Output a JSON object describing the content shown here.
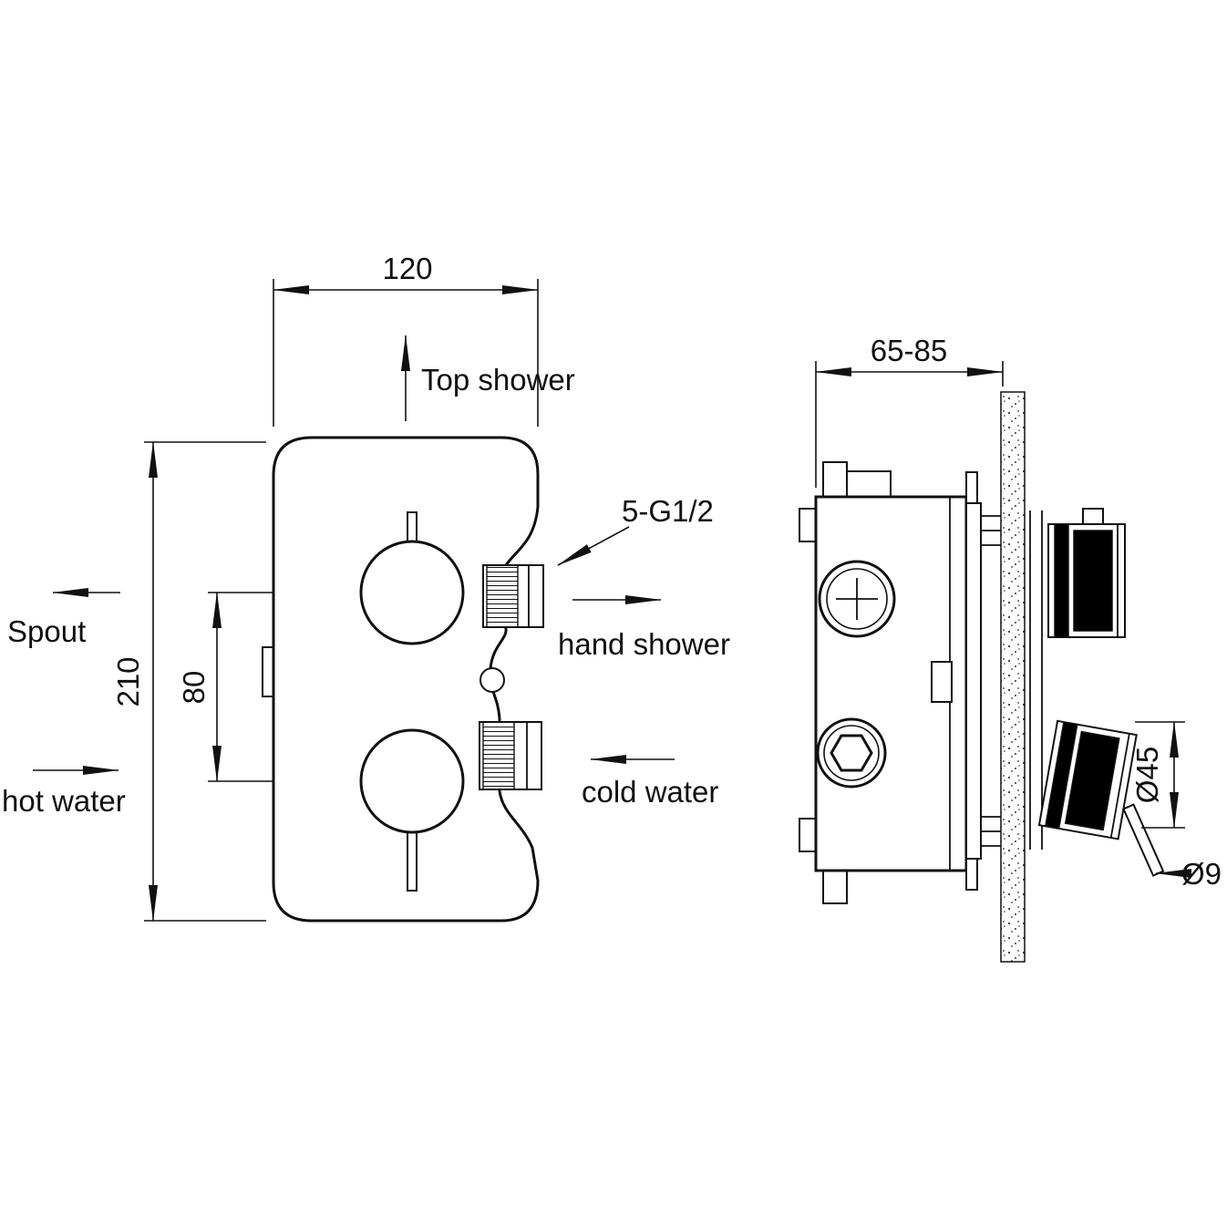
{
  "drawing_type": "shower mixer valve installation diagram",
  "front_view": {
    "dim_width": "120",
    "dim_height": "210",
    "dim_knob_spacing": "80",
    "label_top_shower": "Top shower",
    "label_spout": "Spout",
    "label_hot_water": "hot water",
    "label_hand_shower": "hand shower",
    "label_cold_water": "cold water",
    "label_thread_callout": "5-G1/2"
  },
  "side_view": {
    "dim_depth": "65-85",
    "dim_handle_diameter": "Ø45",
    "dim_lever_diameter": "Ø9"
  },
  "colors": {
    "line": "#111111",
    "background": "#ffffff",
    "handle_band": "#000000"
  }
}
